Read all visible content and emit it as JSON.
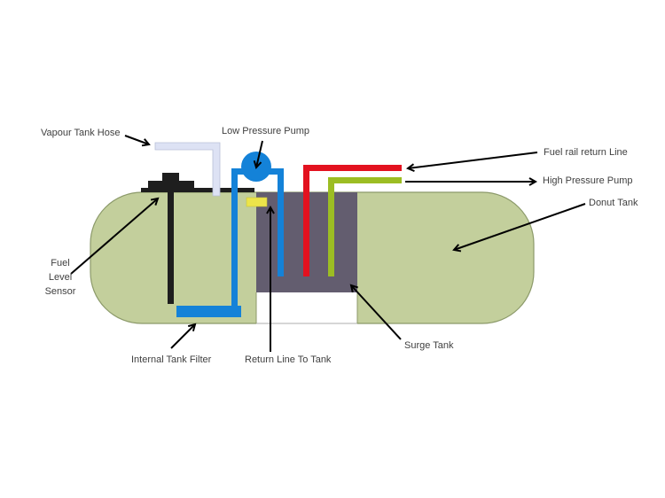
{
  "title": "Fuel tank system diagram",
  "colors": {
    "tank_fill": "#c3cf9c",
    "tank_stroke": "#8c9a6a",
    "surge_tank": "#635d6f",
    "low_pressure_pipe": "#1482d8",
    "fuel_rail_return": "#e3121f",
    "high_pressure": "#9cbd23",
    "vapour_hose": "#dde2f4",
    "sensor": "#1e1e1e",
    "return_line_block": "#ece44a",
    "arrow": "#000000",
    "label_text": "#404040"
  },
  "labels": {
    "vapour_tank_hose": "Vapour Tank Hose",
    "low_pressure_pump": "Low Pressure Pump",
    "fuel_rail_return_line": "Fuel rail return Line",
    "high_pressure_pump": "High Pressure Pump",
    "donut_tank": "Donut Tank",
    "fuel_level_sensor": [
      "Fuel",
      "Level",
      "Sensor"
    ],
    "internal_tank_filter": "Internal Tank Filter",
    "return_line_to_tank": "Return Line To Tank",
    "surge_tank": "Surge Tank"
  }
}
